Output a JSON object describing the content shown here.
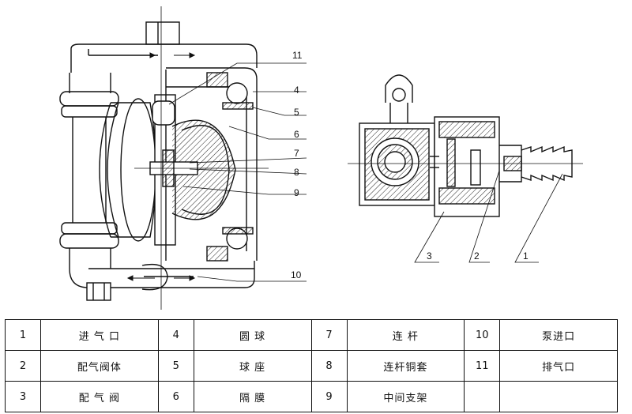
{
  "callouts_left": [
    "11",
    "4",
    "5",
    "6",
    "7",
    "8",
    "9",
    "10"
  ],
  "callouts_right": [
    "3",
    "2",
    "1"
  ],
  "parts_table": [
    [
      {
        "n": "1",
        "t": "进 气 口"
      },
      {
        "n": "4",
        "t": "圆  球"
      },
      {
        "n": "7",
        "t": "连   杆"
      },
      {
        "n": "10",
        "t": "泵进口"
      }
    ],
    [
      {
        "n": "2",
        "t": "配气阀体"
      },
      {
        "n": "5",
        "t": "球  座"
      },
      {
        "n": "8",
        "t": "连杆铜套"
      },
      {
        "n": "11",
        "t": "排气口"
      }
    ],
    [
      {
        "n": "3",
        "t": "配 气 阀"
      },
      {
        "n": "6",
        "t": "隔  膜"
      },
      {
        "n": "9",
        "t": "中间支架"
      },
      {
        "n": "",
        "t": ""
      }
    ]
  ]
}
